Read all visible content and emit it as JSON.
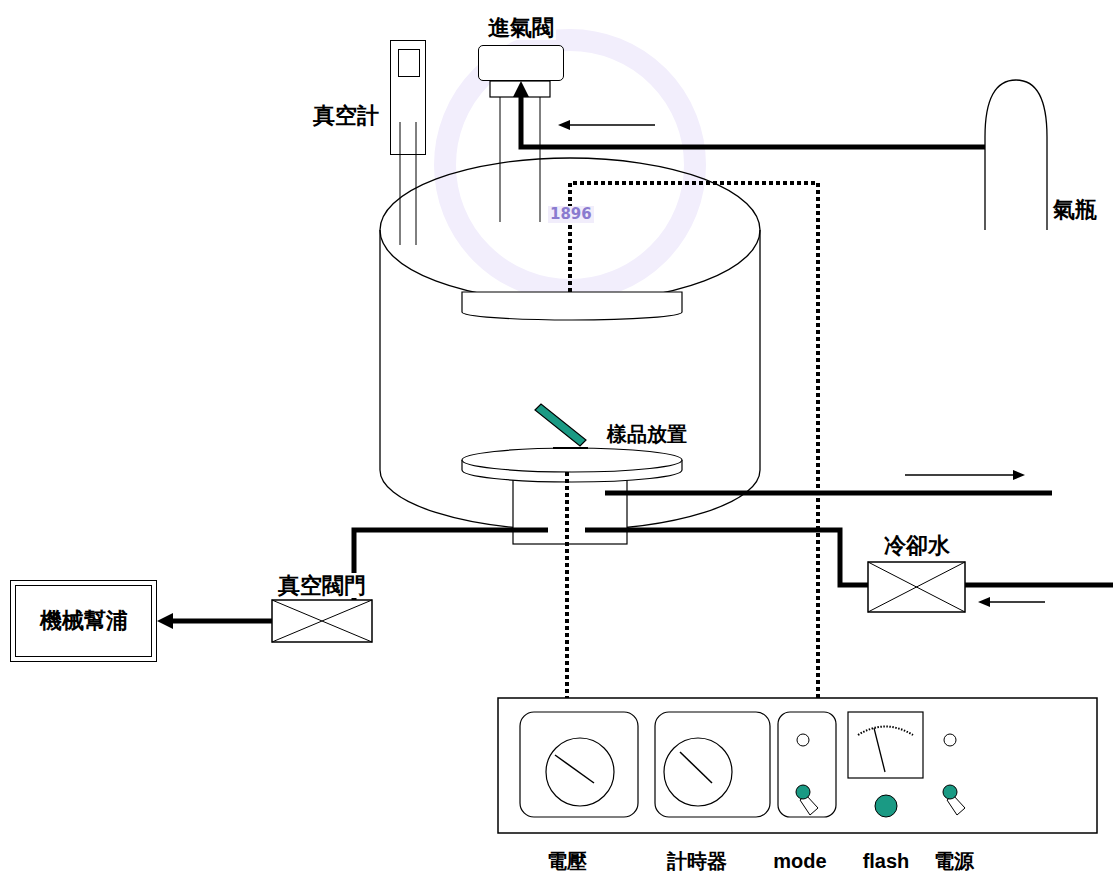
{
  "diagram": {
    "nodes": [
      {
        "text": [
          "真空計"
        ]
      },
      {
        "text": [
          "進氣閥"
        ]
      },
      {
        "text": [
          "氣瓶"
        ]
      },
      {
        "text": [
          "機械幫浦"
        ]
      },
      {
        "text": [
          "真空閥門"
        ]
      },
      {
        "text": [
          "冷卻水"
        ]
      }
    ],
    "edges": [
      {
        "from": 2,
        "to": 1,
        "arrow": "to"
      },
      {
        "from": 4,
        "to": 3,
        "arrow": "to"
      }
    ],
    "labels": [
      "樣品放置",
      "1896",
      "電壓",
      "計時器",
      "mode",
      "flash",
      "電源"
    ]
  }
}
